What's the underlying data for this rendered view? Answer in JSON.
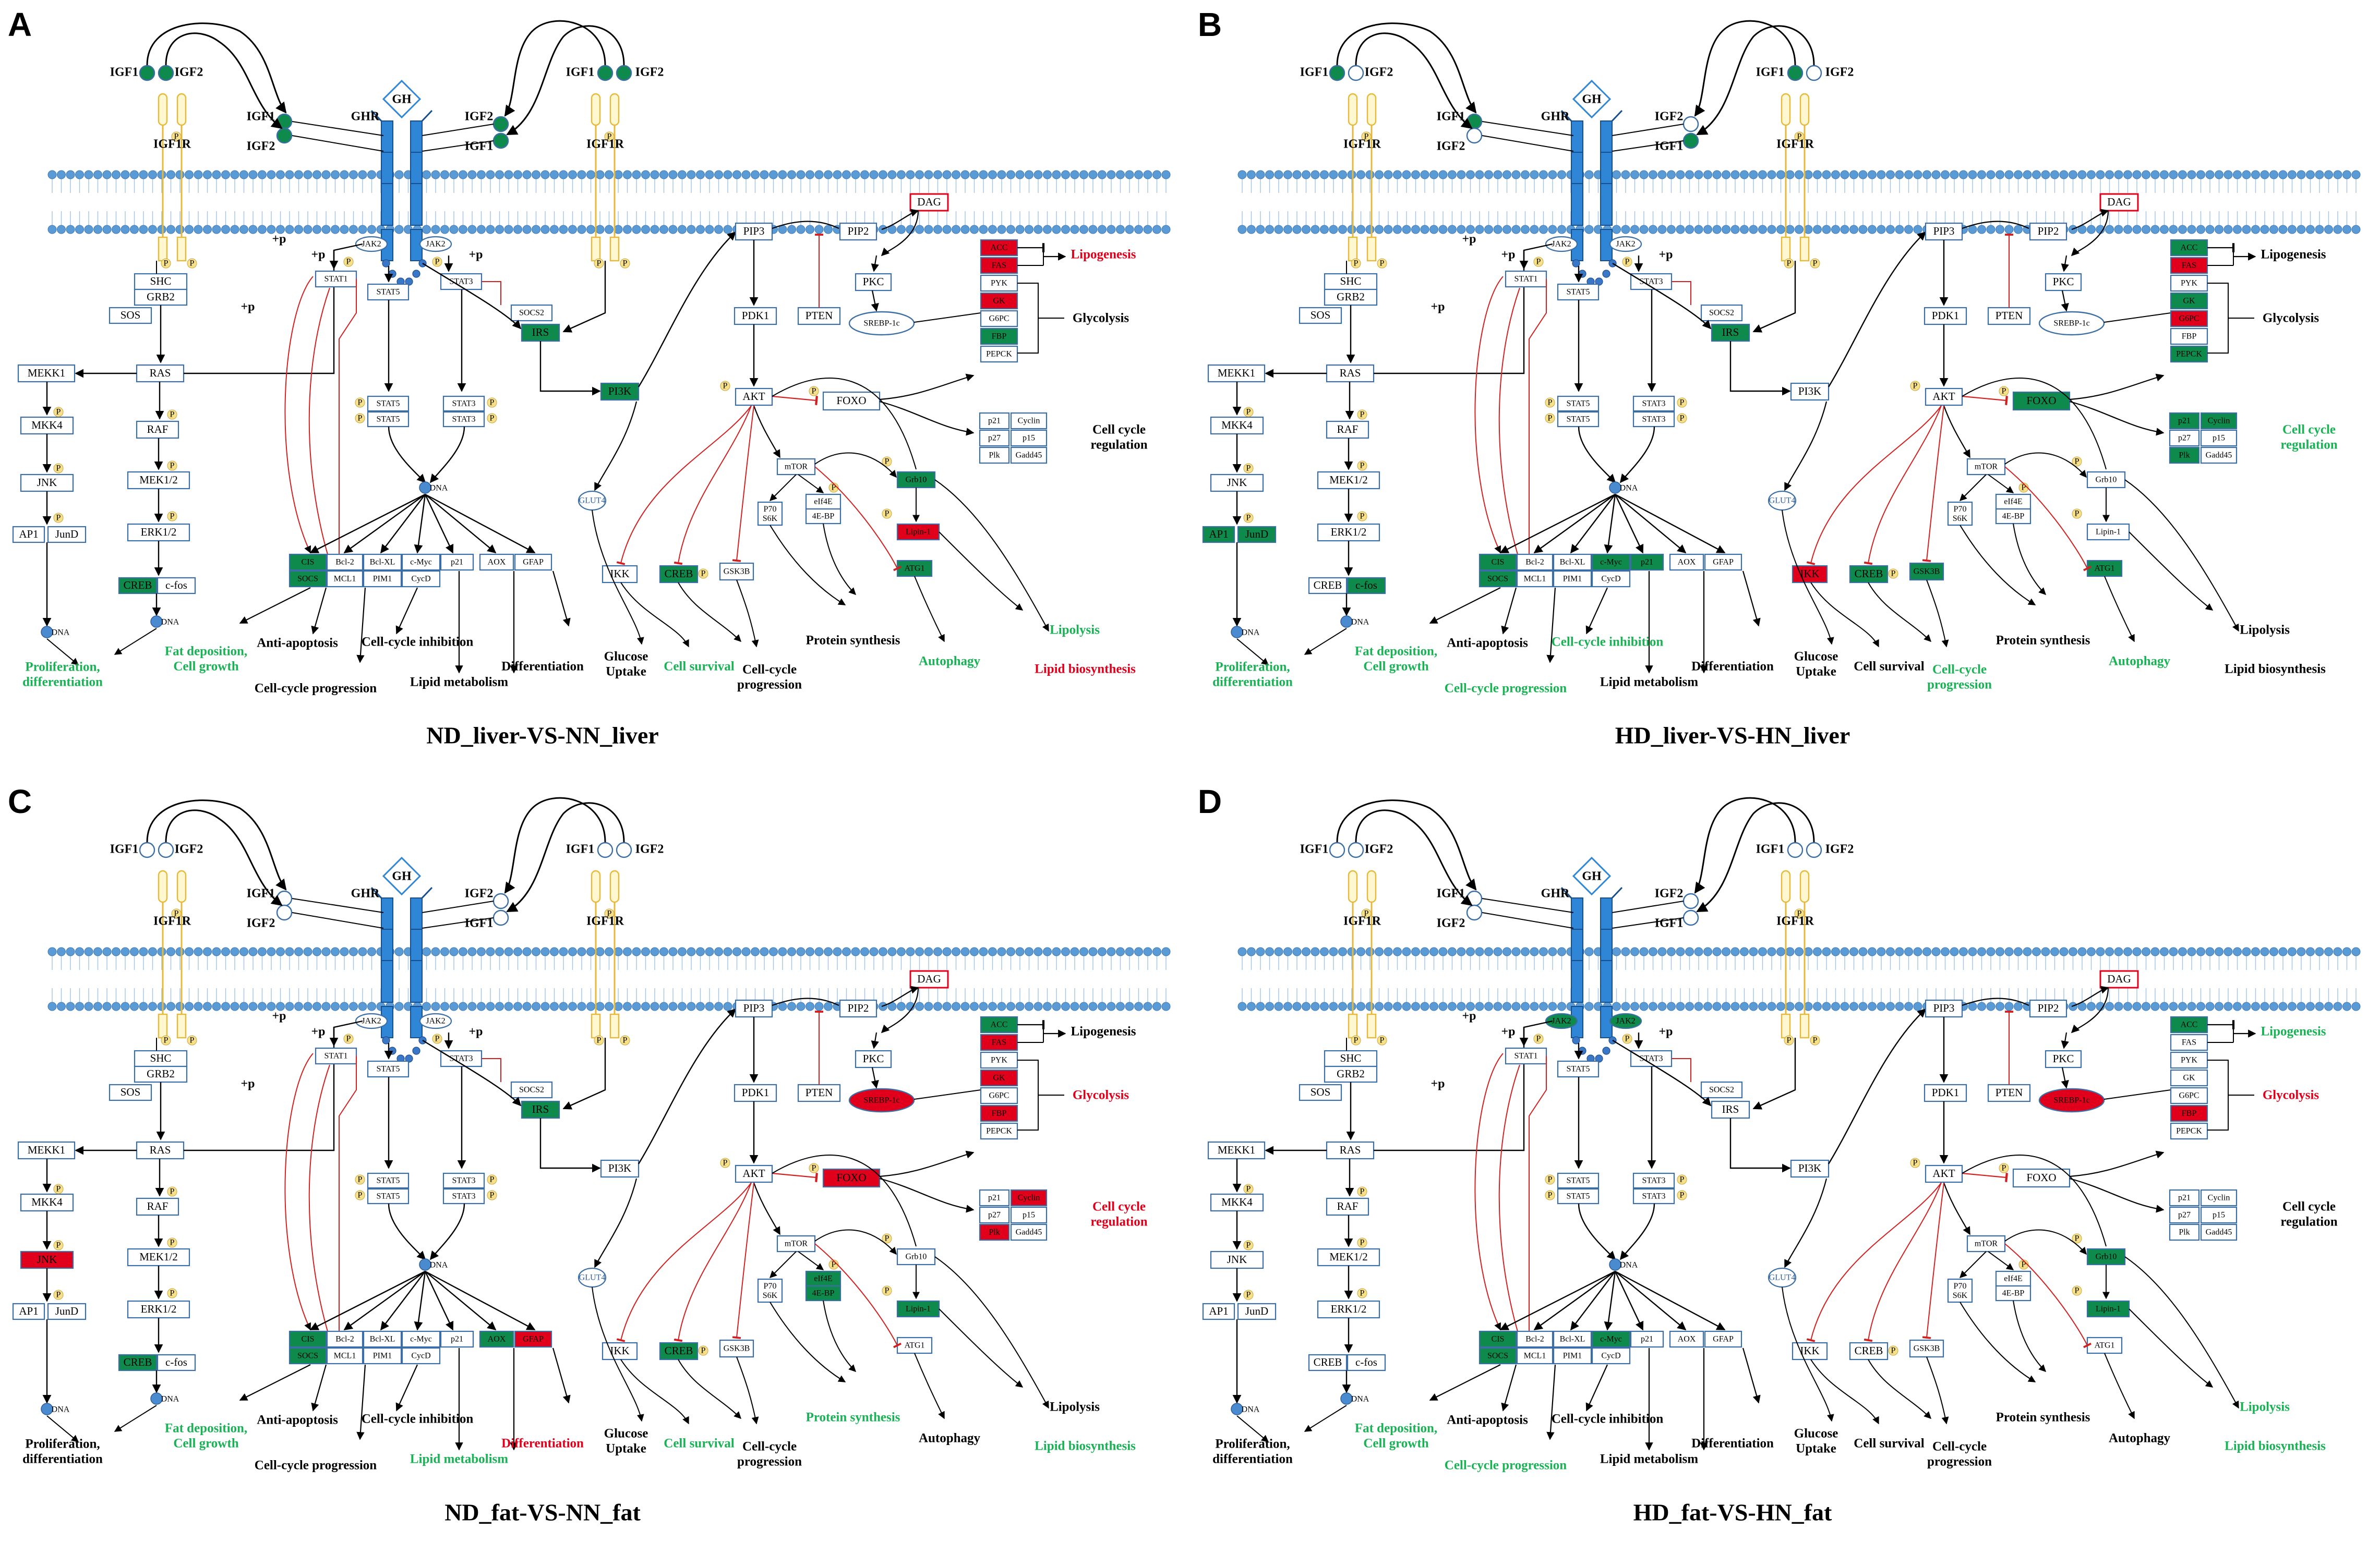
{
  "colors": {
    "up": "#e0001b",
    "down": "#0e8a4c",
    "neutral": "#ffffff",
    "border": "#3b6ea5",
    "membrane": "#5b9bd5",
    "receptor": "#2f86d6",
    "phospho": "#f7e08a",
    "link_black": "#000000",
    "link_red": "#d22020",
    "text_up": "#e0001b",
    "text_down": "#19b255"
  },
  "labels": {
    "GH": "GH",
    "GHR": "GHR",
    "IGF1": "IGF1",
    "IGF2": "IGF2",
    "IGF1R": "IGF1R",
    "SHC": "SHC",
    "GRB2": "GRB2",
    "SOS": "SOS",
    "MEKK1": "MEKK1",
    "MKK4": "MKK4",
    "JNK": "JNK",
    "AP1": "AP1",
    "JunD": "JunD",
    "RAS": "RAS",
    "RAF": "RAF",
    "MEK12": "MEK1/2",
    "ERK12": "ERK1/2",
    "CREB": "CREB",
    "cfos": "c-fos",
    "JAK2": "JAK2",
    "STAT1": "STAT1",
    "STAT5": "STAT5",
    "STAT3": "STAT3",
    "SOCS2": "SOCS2",
    "IRS": "IRS",
    "PI3K": "PI3K",
    "PIP3": "PIP3",
    "PIP2": "PIP2",
    "DAG": "DAG",
    "PKC": "PKC",
    "SREBP1c": "SREBP-1c",
    "PDK1": "PDK1",
    "PTEN": "PTEN",
    "AKT": "AKT",
    "FOXO": "FOXO",
    "mTOR": "mTOR",
    "P70S6K": "P70\nS6K",
    "eIf4E": "eIf4E",
    "4EBP": "4E-BP",
    "Grb10": "Grb10",
    "Lipin1": "Lipin-1",
    "ATG1": "ATG1",
    "IKK": "IKK",
    "GSK3B": "GSK3B",
    "GLUT4": "GLUT4",
    "CIS": "CIS",
    "SOCS": "SOCS",
    "Bcl2": "Bcl-2",
    "BclXL": "Bcl-XL",
    "cMyc": "c-Myc",
    "p21n": "p21",
    "AOX": "AOX",
    "GFAP": "GFAP",
    "MCL1": "MCL1",
    "PIM1": "PIM1",
    "CycD": "CycD",
    "ACC": "ACC",
    "FAS": "FAS",
    "PYK": "PYK",
    "GK": "GK",
    "G6PC": "G6PC",
    "FBP": "FBP",
    "PEPCK": "PEPCK",
    "p21": "p21",
    "Cyclin": "Cyclin",
    "p27": "p27",
    "p15": "p15",
    "Plk": "Plk",
    "Gadd45": "Gadd45",
    "DNA": "DNA",
    "P": "P",
    "plusP": "+p"
  },
  "outcomes": {
    "Lipogenesis": "Lipogenesis",
    "Glycolysis": "Glycolysis",
    "CellCycleReg": "Cell cycle\nregulation",
    "ProlifDiff": "Proliferation,\ndifferentiation",
    "FatDep": "Fat deposition,\nCell growth",
    "AntiApop": "Anti-apoptosis",
    "CCProg": "Cell-cycle progression",
    "CCInhib": "Cell-cycle inhibition",
    "LipidMet": "Lipid metabolism",
    "Diff": "Differentiation",
    "GlucUptake": "Glucose\nUptake",
    "CellSurv": "Cell survival",
    "CCProg2": "Cell-cycle\nprogression",
    "ProtSynth": "Protein synthesis",
    "Autophagy": "Autophagy",
    "Lipolysis": "Lipolysis",
    "LipidBio": "Lipid biosynthesis"
  },
  "panels": [
    {
      "letter": "A",
      "caption": "ND_liver-VS-NN_liver",
      "filled_ligands": [
        "IGF1a",
        "IGF2a",
        "IGF1b",
        "IGF2b",
        "IGF1c",
        "IGF2c",
        "IGF2d",
        "IGF1d"
      ],
      "genes": {
        "CIS": "down",
        "SOCS": "down",
        "CREB_erk": "down",
        "IRS": "down",
        "PI3K": "down",
        "CREB_akt": "down",
        "Grb10": "down",
        "ATG1": "down",
        "FBP": "down",
        "ACC": "up",
        "FAS": "up",
        "GK": "up",
        "Lipin1": "up",
        "DAG": "up_border"
      },
      "outcome_colors": {
        "Lipogenesis": "up",
        "Glycolysis": "none",
        "CellCycleReg": "none",
        "ProlifDiff": "down",
        "FatDep": "down",
        "AntiApop": "none",
        "CCProg": "none",
        "CCInhib": "none",
        "LipidMet": "none",
        "Diff": "none",
        "GlucUptake": "none",
        "CellSurv": "down",
        "CCProg2": "none",
        "ProtSynth": "none",
        "Autophagy": "down",
        "Lipolysis": "down",
        "LipidBio": "up"
      }
    },
    {
      "letter": "B",
      "caption": "HD_liver-VS-HN_liver",
      "filled_ligands": [
        "IGF1a",
        "IGF1b",
        "IGF1c",
        "IGF1d"
      ],
      "genes": {
        "CIS": "down",
        "SOCS": "down",
        "cMyc": "down",
        "p21n": "down",
        "cfos": "down",
        "AP1": "down",
        "JunD": "down",
        "CREB_akt": "down",
        "GSK3B": "down",
        "ATG1": "down",
        "IRS": "down",
        "FOXO": "down",
        "ACC": "down",
        "GK": "down",
        "PEPCK": "down",
        "p21": "down",
        "Cyclin": "down",
        "Plk": "down",
        "FAS": "up",
        "G6PC": "up",
        "IKK": "up",
        "DAG": "up_border"
      },
      "outcome_colors": {
        "Lipogenesis": "none",
        "Glycolysis": "none",
        "CellCycleReg": "down",
        "ProlifDiff": "down",
        "FatDep": "down",
        "AntiApop": "none",
        "CCProg": "down",
        "CCInhib": "down",
        "LipidMet": "none",
        "Diff": "none",
        "GlucUptake": "none",
        "CellSurv": "none",
        "CCProg2": "down",
        "ProtSynth": "none",
        "Autophagy": "down",
        "Lipolysis": "none",
        "LipidBio": "none"
      }
    },
    {
      "letter": "C",
      "caption": "ND_fat-VS-NN_fat",
      "filled_ligands": [],
      "genes": {
        "CIS": "down",
        "SOCS": "down",
        "AOX": "down",
        "CREB_erk": "down",
        "IRS": "down",
        "CREB_akt": "down",
        "eIf4E": "down",
        "4EBP": "down",
        "Lipin1": "down",
        "ACC": "down",
        "GFAP": "up",
        "JNK": "up",
        "SREBP1c": "up",
        "FOXO": "up",
        "FAS": "up",
        "GK": "up",
        "FBP": "up",
        "Cyclin": "up",
        "Plk": "up",
        "DAG": "up_border"
      },
      "outcome_colors": {
        "Lipogenesis": "none",
        "Glycolysis": "up",
        "CellCycleReg": "up",
        "ProlifDiff": "none",
        "FatDep": "down",
        "AntiApop": "none",
        "CCProg": "none",
        "CCInhib": "none",
        "LipidMet": "down",
        "Diff": "up",
        "GlucUptake": "none",
        "CellSurv": "down",
        "CCProg2": "none",
        "ProtSynth": "down",
        "Autophagy": "none",
        "Lipolysis": "none",
        "LipidBio": "down"
      }
    },
    {
      "letter": "D",
      "caption": "HD_fat-VS-HN_fat",
      "filled_ligands": [],
      "genes": {
        "JAK2a": "down",
        "JAK2b": "down",
        "CIS": "down",
        "SOCS": "down",
        "cMyc": "down",
        "Grb10": "down",
        "Lipin1": "down",
        "ACC": "down",
        "SREBP1c": "up",
        "FBP": "up",
        "DAG": "up_border"
      },
      "outcome_colors": {
        "Lipogenesis": "down",
        "Glycolysis": "up",
        "CellCycleReg": "none",
        "ProlifDiff": "none",
        "FatDep": "down",
        "AntiApop": "none",
        "CCProg": "down",
        "CCInhib": "none",
        "LipidMet": "none",
        "Diff": "none",
        "GlucUptake": "none",
        "CellSurv": "none",
        "CCProg2": "none",
        "ProtSynth": "none",
        "Autophagy": "none",
        "Lipolysis": "down",
        "LipidBio": "down"
      }
    }
  ]
}
